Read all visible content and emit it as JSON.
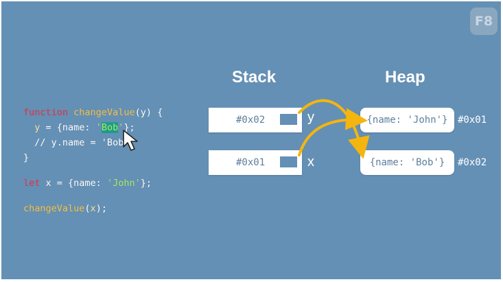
{
  "logo": {
    "text": "F8"
  },
  "code": {
    "function_kw": "function",
    "function_name": "changeValue",
    "function_params": "(y) {",
    "assign_var": "y",
    "assign_eq": " = {name: ",
    "assign_str_open": "'",
    "assign_str_sel": "Bob",
    "assign_str_close": "'",
    "assign_end": "};",
    "comment_slashes": "//",
    "comment_text": " y.name = 'Bob",
    "close_brace": "}",
    "let_kw": "let",
    "let_rest": " x = {name: ",
    "let_str": "'John'",
    "let_end": "};",
    "call_name": "changeValue",
    "call_open": "(",
    "call_arg": "x",
    "call_close": ");"
  },
  "stack": {
    "title": "Stack",
    "rows": [
      {
        "address": "#0x02",
        "var": "y"
      },
      {
        "address": "#0x01",
        "var": "x"
      }
    ]
  },
  "heap": {
    "title": "Heap",
    "rows": [
      {
        "value": "{name: 'John'}",
        "address": "#0x01"
      },
      {
        "value": "{name: 'Bob'}",
        "address": "#0x02"
      }
    ]
  },
  "colors": {
    "background": "#6590b5",
    "arrow": "#f5b50f",
    "keyword": "#e5384d",
    "function": "#f6c64a",
    "string": "#a8f06a",
    "selection": "#1f9b8c"
  },
  "icons": {
    "cursor": "mouse-pointer-icon"
  }
}
